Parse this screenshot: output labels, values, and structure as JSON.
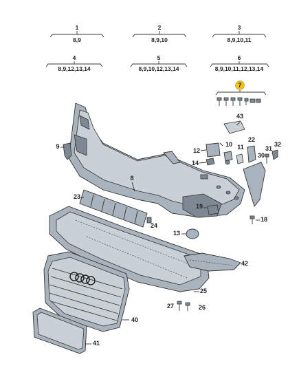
{
  "header_groups": [
    {
      "id": "1",
      "parts": "8,9"
    },
    {
      "id": "2",
      "parts": "8,9,10"
    },
    {
      "id": "3",
      "parts": "8,9,10,11"
    },
    {
      "id": "4",
      "parts": "8,9,12,13,14"
    },
    {
      "id": "5",
      "parts": "8,9,10,12,13,14"
    },
    {
      "id": "6",
      "parts": "8,9,10,11,12,13,14"
    }
  ],
  "callouts": {
    "c7": "7",
    "c8": "8",
    "c9": "9",
    "c10": "10",
    "c11": "11",
    "c12": "12",
    "c13": "13",
    "c14": "14",
    "c18": "18",
    "c19": "19",
    "c22": "22",
    "c23": "23",
    "c24": "24",
    "c25": "25",
    "c26": "26",
    "c27": "27",
    "c30": "30",
    "c31": "31",
    "c32": "32",
    "c40": "40",
    "c41": "41",
    "c42": "42",
    "c43": "43"
  },
  "colors": {
    "badge_yellow": "#f2c318",
    "part_fill": "#a9b3bd",
    "line": "#333333"
  }
}
